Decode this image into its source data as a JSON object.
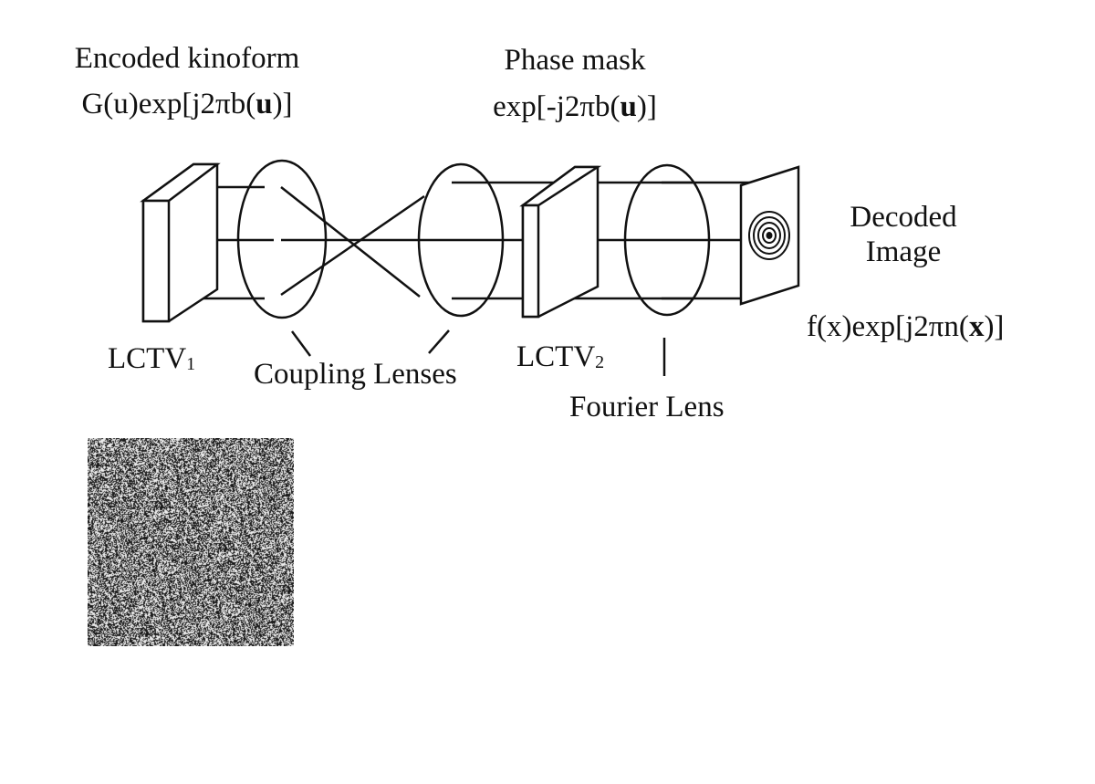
{
  "labels": {
    "encoded_kinoform": "Encoded kinoform",
    "kinoform_formula": {
      "pre": "G(u)exp[j2πb(",
      "bold": "u",
      "post": ")]"
    },
    "phase_mask": "Phase mask",
    "phase_mask_formula": {
      "pre": "exp[-j2πb(",
      "bold": "u",
      "post": ")]"
    },
    "decoded_line1": "Decoded",
    "decoded_line2": "Image",
    "decoded_formula": {
      "pre": "f(x)exp[j2πn(",
      "bold": "x",
      "post": ")]"
    },
    "lctv1": {
      "main": "LCTV",
      "sub": "1"
    },
    "lctv2": {
      "main": "LCTV",
      "sub": "2"
    },
    "coupling_lenses": "Coupling Lenses",
    "fourier_lens": "Fourier Lens"
  },
  "colors": {
    "ink": "#111111",
    "background": "#ffffff"
  },
  "icons": {
    "noise_image": "random-phase-noise-image",
    "decoded_pattern": "concentric-rings-icon"
  }
}
